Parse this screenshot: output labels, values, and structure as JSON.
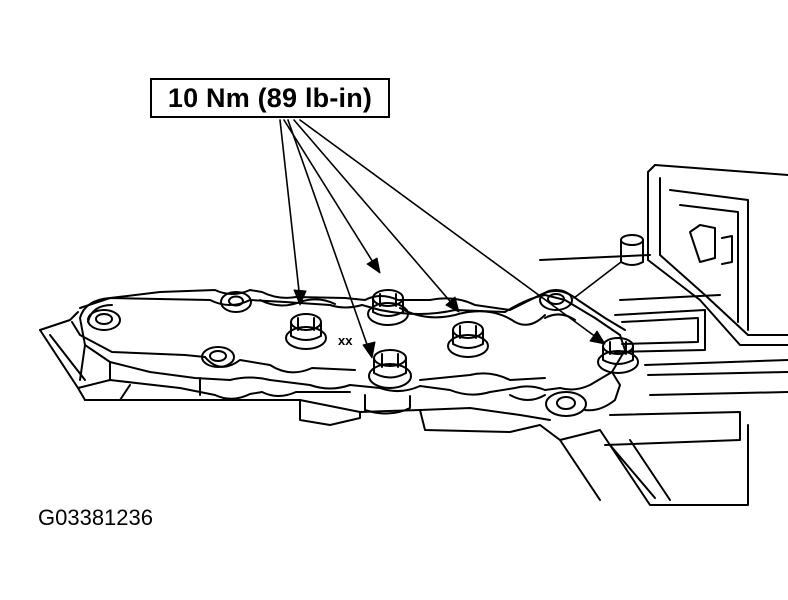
{
  "callout": {
    "torque_label": "10 Nm (89 lb-in)"
  },
  "part_mark": "xx",
  "figure_id": "G03381236",
  "colors": {
    "line": "#000000",
    "background": "#ffffff"
  }
}
